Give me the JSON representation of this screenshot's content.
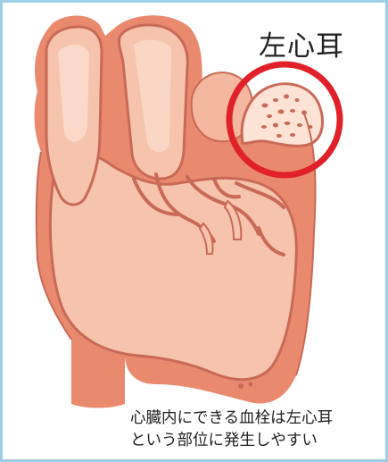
{
  "label": {
    "title": "左心耳"
  },
  "caption": {
    "line1": "心臓内にできる血栓は左心耳",
    "line2": "という部位に発生しやすい"
  },
  "colors": {
    "border": "#9ccfe6",
    "heart_outer": "#e98a6e",
    "heart_inner": "#f6c3ad",
    "heart_light": "#fde3d6",
    "outline": "#c86a57",
    "highlight_ring": "#e0212a"
  }
}
